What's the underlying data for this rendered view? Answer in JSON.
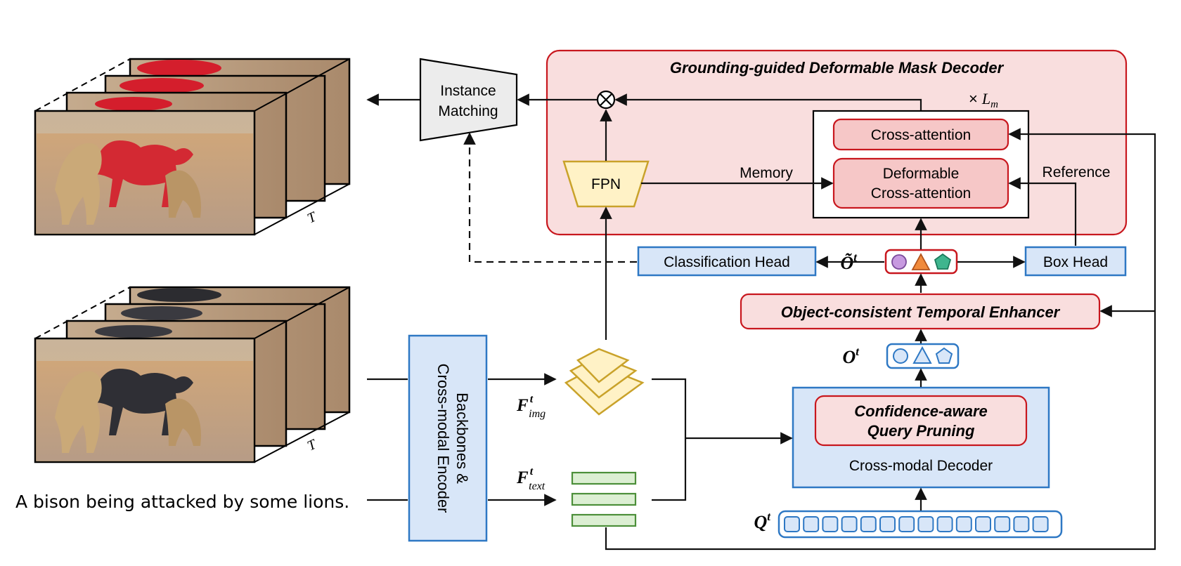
{
  "colors": {
    "decoder_fill": "#f9dede",
    "decoder_stroke": "#c8171e",
    "module_fill": "#f6c7c7",
    "blue_fill": "#d8e6f8",
    "blue_stroke": "#2e78c4",
    "fpn_fill": "#fff2c6",
    "fpn_stroke": "#c9a22a",
    "text_feat_fill": "#dcefd3",
    "text_feat_stroke": "#4c8f3a",
    "matching_fill": "#eeeeee",
    "query_circle": "#c79ae0",
    "query_triangle": "#f08a3c",
    "query_pentagon": "#3fb58e",
    "mask_red": "#d41e2c"
  },
  "decoder": {
    "title": "Grounding-guided Deformable Mask Decoder",
    "repeat_times": "×",
    "repeat_L": "L",
    "repeat_sub": "m",
    "cross_attention": "Cross-attention",
    "deformable_line1": "Deformable",
    "deformable_line2": "Cross-attention",
    "memory_label": "Memory",
    "reference_label": "Reference",
    "fpn_label": "FPN"
  },
  "matching": {
    "line1": "Instance",
    "line2": "Matching"
  },
  "heads": {
    "classification": "Classification Head",
    "box": "Box Head"
  },
  "enhancer": "Object-consistent Temporal Enhancer",
  "pruning": {
    "line1": "Confidence-aware",
    "line2": "Query Pruning"
  },
  "cross_modal_decoder": "Cross-modal Decoder",
  "encoder": {
    "line1": "Backbones &",
    "line2": "Cross-modal Encoder"
  },
  "features": {
    "F": "F",
    "img_sup": "t",
    "img_sub": "img",
    "text_sup": "t",
    "text_sub": "text"
  },
  "queries": {
    "O_enhanced": "Õ",
    "O": "O",
    "Q": "Q",
    "sup": "t"
  },
  "video": {
    "T_label": "T"
  },
  "caption": "A bison being attacked by some lions."
}
